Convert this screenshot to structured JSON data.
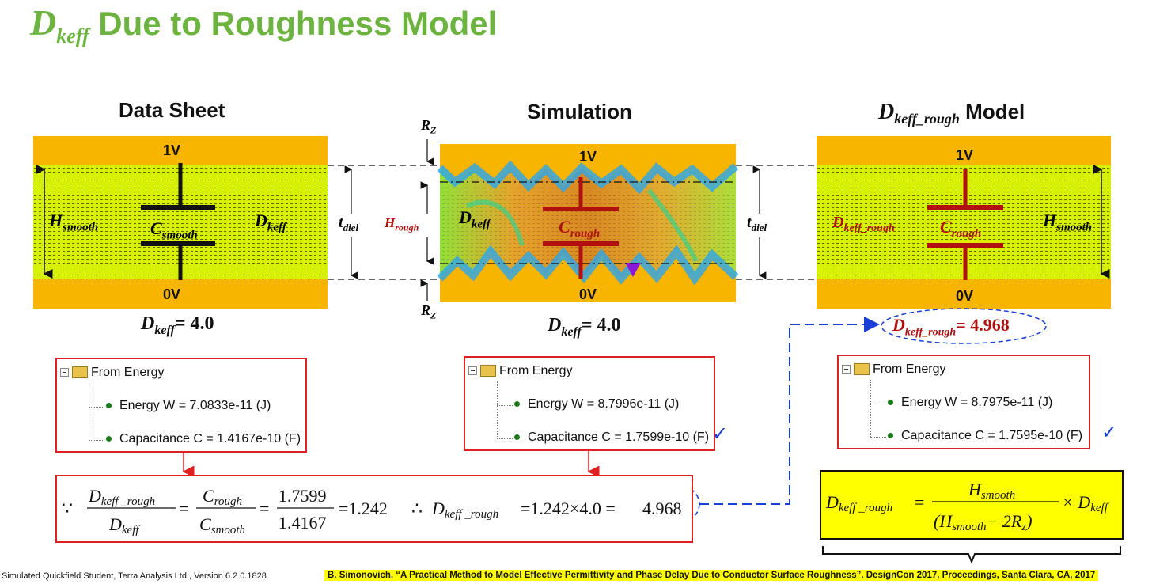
{
  "title": {
    "symbol": "D",
    "subscript": "keff",
    "text": "Due to Roughness Model"
  },
  "columns": {
    "datasheet": {
      "heading": "Data Sheet",
      "top_voltage": "1V",
      "bottom_voltage": "0V",
      "h_label": "H",
      "h_sub": "smooth",
      "c_label": "C",
      "c_sub": "smooth",
      "d_label": "D",
      "d_sub": "keff",
      "result_label": "D",
      "result_sub": "keff",
      "result_value": "= 4.0"
    },
    "simulation": {
      "heading": "Simulation",
      "top_voltage": "1V",
      "bottom_voltage": "0V",
      "rz_label": "R",
      "rz_sub": "Z",
      "h_label": "H",
      "h_sub": "rough",
      "c_label": "C",
      "c_sub": "rough",
      "d_label": "D",
      "d_sub": "keff",
      "t_label": "t",
      "t_sub": "diel",
      "result_label": "D",
      "result_sub": "keff",
      "result_value": "= 4.0"
    },
    "model": {
      "heading_symbol": "D",
      "heading_sub": "keff_rough",
      "heading_text": "Model",
      "top_voltage": "1V",
      "bottom_voltage": "0V",
      "h_label": "H",
      "h_sub": "smooth",
      "c_label": "C",
      "c_sub": "rough",
      "d_label": "D",
      "d_sub": "keff_rough",
      "t_label": "t",
      "t_sub": "diel",
      "result_label": "D",
      "result_sub": "keff_rough",
      "result_value": "= 4.968"
    }
  },
  "trees": [
    {
      "header": "From Energy",
      "energy": "Energy W = 7.0833e-11 (J)",
      "capacitance": "Capacitance C = 1.4167e-10 (F)",
      "check": ""
    },
    {
      "header": "From Energy",
      "energy": "Energy W = 8.7996e-11 (J)",
      "capacitance": "Capacitance C = 1.7599e-10 (F)",
      "check": "✓"
    },
    {
      "header": "From Energy",
      "energy": "Energy W = 8.7975e-11 (J)",
      "capacitance": "Capacitance C = 1.7595e-10 (F)",
      "check": "✓"
    }
  ],
  "formula": {
    "because": "∵",
    "num1": "D",
    "num1_sub": "keff _rough",
    "den1": "D",
    "den1_sub": "keff",
    "num2": "C",
    "num2_sub": "rough",
    "den2": "C",
    "den2_sub": "smooth",
    "num3": "1.7599",
    "den3": "1.4167",
    "eq1": "=1.242",
    "therefore": "∴",
    "lhs": "D",
    "lhs_sub": "keff _rough",
    "rhs": "=1.242×4.0 =",
    "result": "4.968"
  },
  "model_formula": {
    "lhs": "D",
    "lhs_sub": "keff _rough",
    "num": "H",
    "num_sub": "smooth",
    "den": "(H",
    "den_sub": "smooth",
    "den_rest": "− 2R",
    "den_rz_sub": "z",
    "den_close": ")",
    "times": "× D",
    "times_sub": "keff"
  },
  "footer": {
    "left": "Simulated Quickfield Student, Terra Analysis Ltd., Version 6.2.0.1828",
    "right": "B. Simonovich, “A Practical Method to Model Effective Permittivity and Phase Delay Due to Conductor Surface Roughness”. DesignCon 2017, Proceedings, Santa Clara, CA, 2017"
  },
  "colors": {
    "title_green": "#6db33f",
    "copper": "#f7b500",
    "dielectric": "#d7f000",
    "dark_red": "#b01010",
    "highlight": "#ffff00"
  }
}
